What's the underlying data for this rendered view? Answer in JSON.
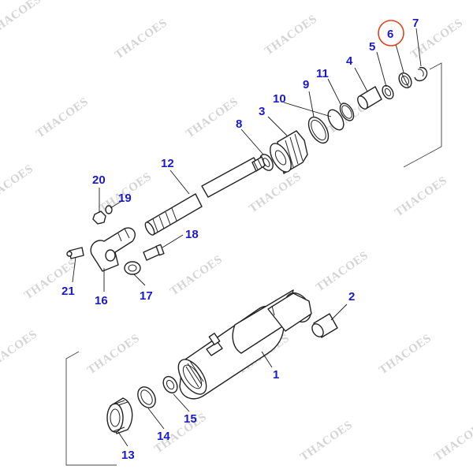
{
  "diagram": {
    "type": "exploded-parts-diagram",
    "watermark_text": "THACOES",
    "highlight_color": "#e04020",
    "label_color": "#1a1acc",
    "callouts": [
      {
        "id": "c1",
        "text": "1"
      },
      {
        "id": "c2",
        "text": "2"
      },
      {
        "id": "c3",
        "text": "3"
      },
      {
        "id": "c4",
        "text": "4"
      },
      {
        "id": "c5",
        "text": "5"
      },
      {
        "id": "c6",
        "text": "6",
        "highlighted": true
      },
      {
        "id": "c7",
        "text": "7"
      },
      {
        "id": "c8",
        "text": "8"
      },
      {
        "id": "c9",
        "text": "9"
      },
      {
        "id": "c10",
        "text": "10"
      },
      {
        "id": "c11",
        "text": "11"
      },
      {
        "id": "c12",
        "text": "12"
      },
      {
        "id": "c13",
        "text": "13"
      },
      {
        "id": "c14",
        "text": "14"
      },
      {
        "id": "c15",
        "text": "15"
      },
      {
        "id": "c16",
        "text": "16"
      },
      {
        "id": "c17",
        "text": "17"
      },
      {
        "id": "c18",
        "text": "18"
      },
      {
        "id": "c19",
        "text": "19"
      },
      {
        "id": "c20",
        "text": "20"
      },
      {
        "id": "c21",
        "text": "21"
      }
    ]
  }
}
